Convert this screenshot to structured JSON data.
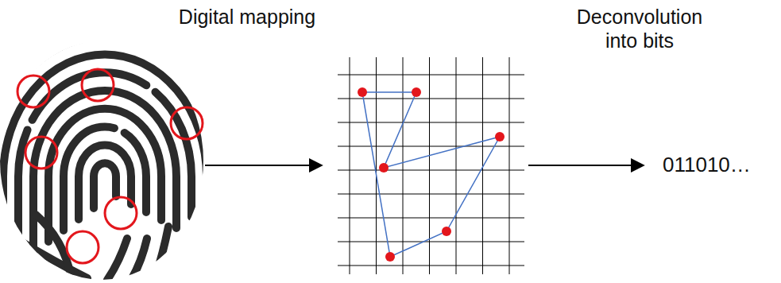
{
  "diagram": {
    "labels": [
      "Digital mapping",
      "Deconvolution into bits",
      "011010…"
    ]
  }
}
